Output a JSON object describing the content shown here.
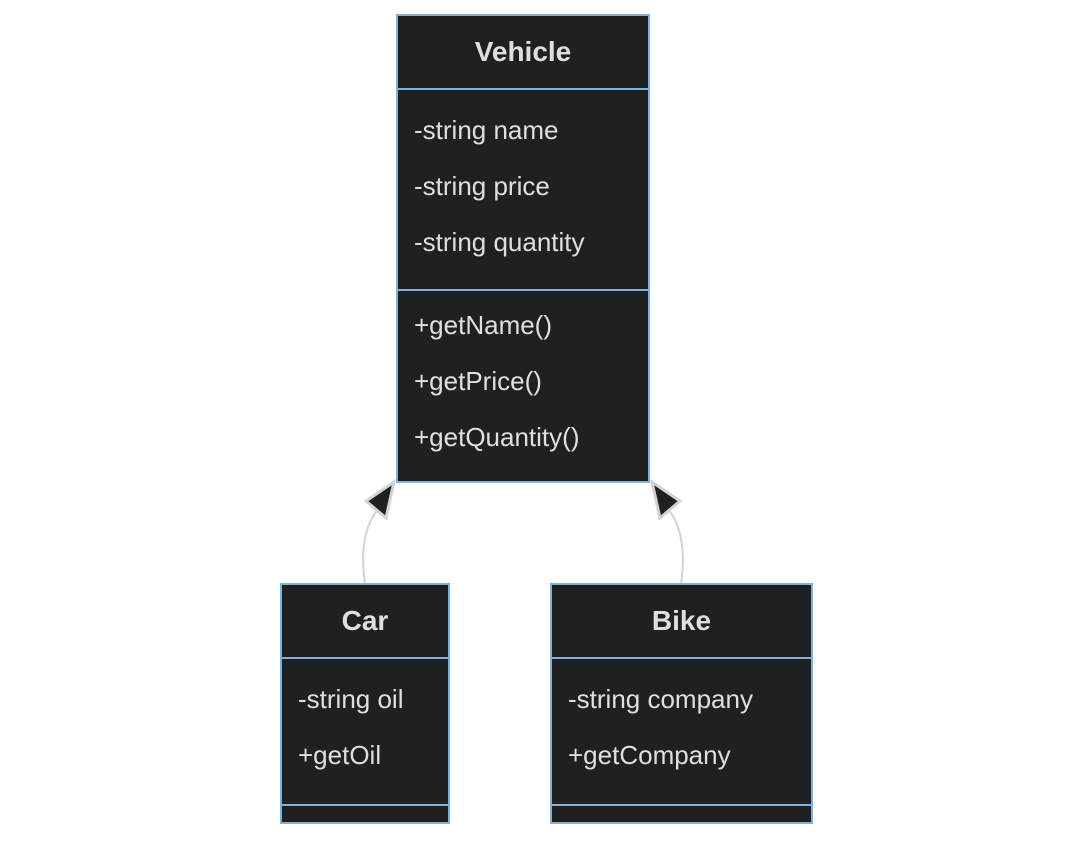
{
  "diagram": {
    "type": "uml-class-diagram",
    "classes": [
      {
        "id": "vehicle",
        "name": "Vehicle",
        "attributes": [
          "-string name",
          "-string price",
          "-string quantity"
        ],
        "methods": [
          "+getName()",
          "+getPrice()",
          "+getQuantity()"
        ]
      },
      {
        "id": "car",
        "name": "Car",
        "attributes": [
          "-string oil",
          "+getOil"
        ],
        "methods": []
      },
      {
        "id": "bike",
        "name": "Bike",
        "attributes": [
          "-string company",
          "+getCompany"
        ],
        "methods": []
      }
    ],
    "relations": [
      {
        "from": "Car",
        "to": "Vehicle",
        "type": "inheritance",
        "marker": "triangle-arrowhead"
      },
      {
        "from": "Bike",
        "to": "Vehicle",
        "type": "inheritance",
        "marker": "triangle-arrowhead"
      }
    ],
    "colors": {
      "background": "#ffffff",
      "node_fill": "#1f2020",
      "node_border": "#81b1db",
      "text": "#e0dfdf",
      "edge_line": "#d3d3d3",
      "arrowhead_fill": "#1f2020"
    }
  }
}
